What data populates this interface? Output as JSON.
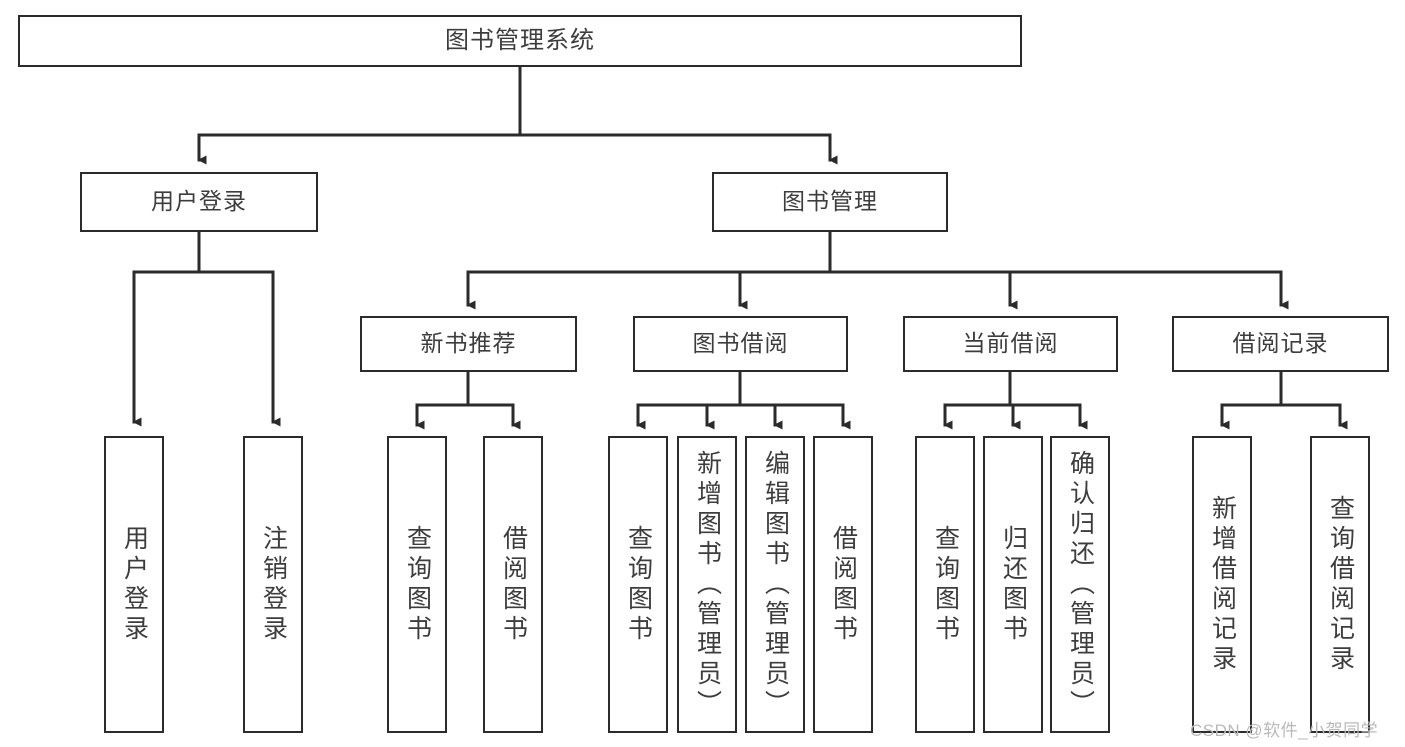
{
  "diagram": {
    "title": "图书管理系统",
    "watermark": "CSDN @软件_小贺同学",
    "colors": {
      "stroke": "#2b2b2b",
      "text": "#3d3d3d",
      "background": "#ffffff",
      "watermark": "#b9b9b9"
    },
    "root": {
      "label": "图书管理系统"
    },
    "level1": [
      {
        "label": "用户登录"
      },
      {
        "label": "图书管理"
      }
    ],
    "level2": [
      {
        "label": "新书推荐"
      },
      {
        "label": "图书借阅"
      },
      {
        "label": "当前借阅"
      },
      {
        "label": "借阅记录"
      }
    ],
    "leaves": {
      "user_login": [
        {
          "label": "用户登录"
        },
        {
          "label": "注销登录"
        }
      ],
      "new_book_recommend": [
        {
          "label": "查询图书"
        },
        {
          "label": "借阅图书"
        }
      ],
      "book_borrow": [
        {
          "label": "查询图书"
        },
        {
          "label": "新增图书（管理员）"
        },
        {
          "label": "编辑图书（管理员）"
        },
        {
          "label": "借阅图书"
        }
      ],
      "current_borrow": [
        {
          "label": "查询图书"
        },
        {
          "label": "归还图书"
        },
        {
          "label": "确认归还（管理员）"
        }
      ],
      "borrow_record": [
        {
          "label": "新增借阅记录"
        },
        {
          "label": "查询借阅记录"
        }
      ]
    }
  }
}
